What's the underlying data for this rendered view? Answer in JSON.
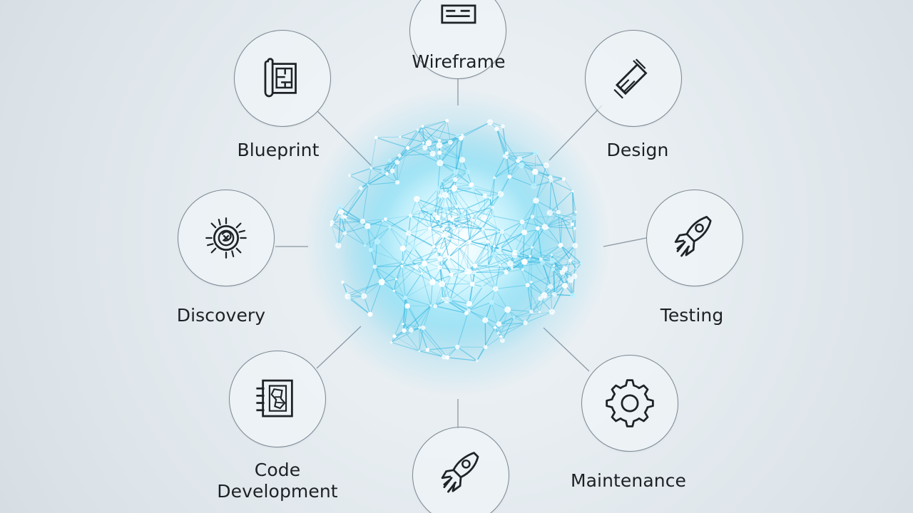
{
  "diagram": {
    "center": {
      "type": "network-orb"
    },
    "nodes": [
      {
        "id": "wireframe",
        "label": "Wireframe",
        "icon": "wireframe-icon"
      },
      {
        "id": "blueprint",
        "label": "Blueprint",
        "icon": "blueprint-icon"
      },
      {
        "id": "design",
        "label": "Design",
        "icon": "design-icon"
      },
      {
        "id": "discovery",
        "label": "Discovery",
        "icon": "discovery-icon"
      },
      {
        "id": "testing",
        "label": "Testing",
        "icon": "testing-rocket-icon"
      },
      {
        "id": "code-development",
        "label": "Code\nDevelopment",
        "label_line1": "Code",
        "label_line2": "Development",
        "icon": "code-development-icon"
      },
      {
        "id": "deployment",
        "label": "",
        "icon": "deployment-rocket-icon"
      },
      {
        "id": "maintenance",
        "label": "Maintenance",
        "icon": "gear-icon"
      }
    ],
    "colors": {
      "background": "#e7edf1",
      "node_border": "#7c8792",
      "line": "#8c98a3",
      "orb_core": "#cff6ff",
      "orb_glow": "#49c8ea",
      "orb_dots": "#ffffff",
      "text": "#1d2126"
    }
  }
}
